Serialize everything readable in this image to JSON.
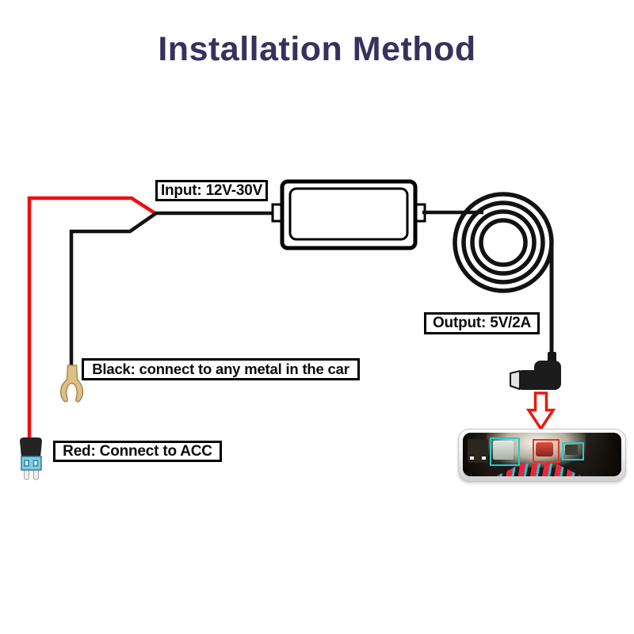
{
  "title": {
    "text": "Installation Method",
    "color": "#37315f"
  },
  "diagram": {
    "labels": {
      "input": "Input: 12V-30V",
      "output": "Output: 5V/2A",
      "ground": "Black: connect to any metal in the car",
      "acc": "Red: Connect to ACC"
    },
    "colors": {
      "wire_red": "#f20d0d",
      "wire_black": "#121212",
      "label_border": "#000000",
      "arrow_red": "#e8190f",
      "terminal_gold": "#ddc088",
      "fuse_blue": "#85cbe0",
      "fuse_cap": "#242424",
      "usb_black": "#1c1c1c",
      "detect_teal": "#2ec7c7",
      "detect_red": "#ea3325",
      "mirror_frame": "#ececec"
    },
    "icons": {
      "converter": "voltage-converter-box-icon",
      "coil": "coiled-cable-icon",
      "usb": "mini-usb-plug-icon",
      "arrow": "down-arrow-icon",
      "fork": "ground-fork-terminal-icon",
      "fuse": "fuse-tap-icon",
      "mirror": "mirror-dashcam-icon"
    }
  }
}
